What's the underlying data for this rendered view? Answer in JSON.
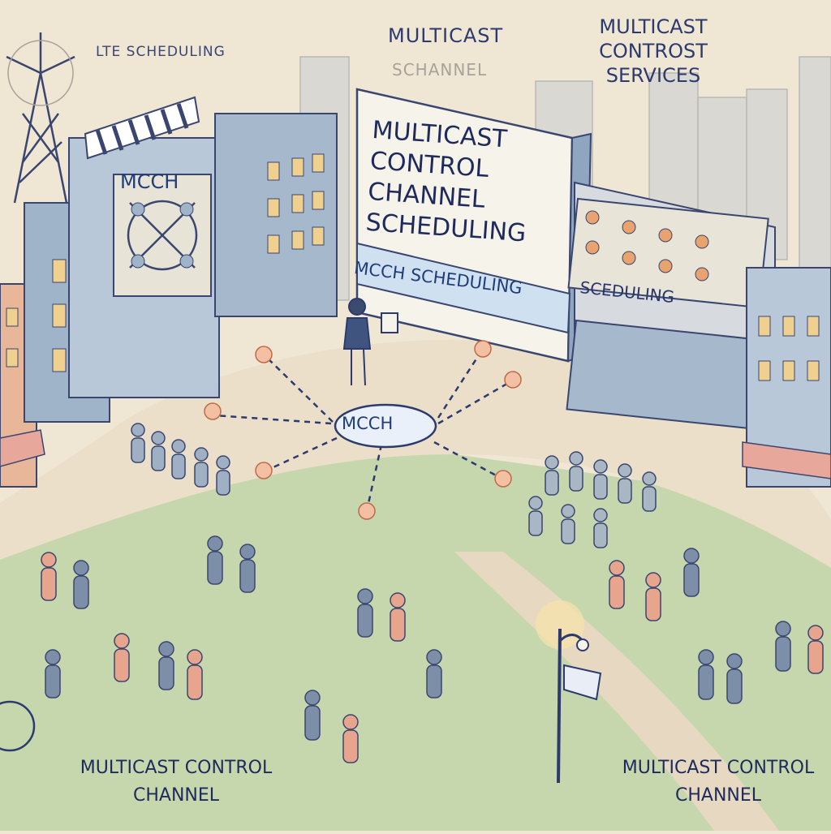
{
  "labels": {
    "top_left": "LTE SCHEDULING",
    "top_middle": "MULTICAST",
    "top_middle_faint": "SCHANNEL",
    "top_right": "MULTICAST CONTROST SERVICES",
    "building_sign": "MCCH",
    "billboard": "MULTICAST CONTROL CHANNEL SCHEDULING",
    "billboard_banner": "MCCH SCHEDULING",
    "right_building_sign": "SCEDULING",
    "hub": "MCCH",
    "bottom_left": "MULTICAST CONTROL CHANNEL",
    "bottom_right": "MULTICAST CONTROL CHANNEL"
  },
  "colors": {
    "paper": "#efe6d4",
    "ink": "#2c3a6e",
    "building_blue": "#8fa6c0",
    "building_gray": "#a9b6c4",
    "grass": "#bfd3a8",
    "path": "#e8dcc7",
    "node_orange": "#f2b89a"
  }
}
